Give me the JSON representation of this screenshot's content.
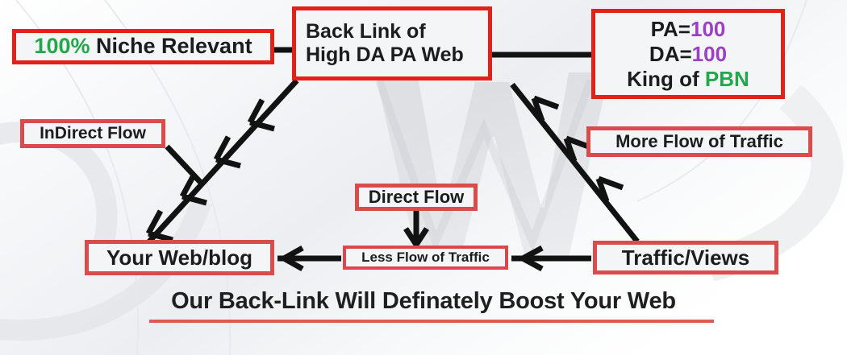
{
  "theme": {
    "accent_red": "#e32119",
    "soft_red": "#dc4b4b",
    "green": "#22a84a",
    "purple": "#9b3fc4",
    "ink": "#1c1c1c",
    "background": "#f2f3f5"
  },
  "nodes": {
    "niche": {
      "percent": "100%",
      "label": " Niche Relevant"
    },
    "backlink": {
      "line1": "Back Link of",
      "line2": "High DA PA Web"
    },
    "metrics": {
      "pa_label": "PA=",
      "pa_value": "100",
      "da_label": "DA=",
      "da_value": "100",
      "king_label": "King of ",
      "king_value": "PBN"
    },
    "indirect_flow": {
      "label": "InDirect Flow"
    },
    "more_flow": {
      "label": "More Flow of Traffic"
    },
    "direct_flow": {
      "label": "Direct Flow"
    },
    "less_flow": {
      "label": "Less Flow of Traffic"
    },
    "your_web": {
      "label": "Your Web/blog"
    },
    "traffic_views": {
      "label": "Traffic/Views"
    }
  },
  "tagline": {
    "text": "Our Back-Link Will Definately Boost Your Web"
  },
  "watermark": {
    "glyph": "W"
  },
  "edges": [
    {
      "name": "niche-to-backlink",
      "kind": "plain-connector"
    },
    {
      "name": "backlink-to-metrics",
      "kind": "plain-connector"
    },
    {
      "name": "backlink-to-yourweb",
      "kind": "multi-arrow-down-left"
    },
    {
      "name": "indirect-to-yourweb",
      "kind": "plain-segment"
    },
    {
      "name": "trafficviews-to-backlink",
      "kind": "multi-arrow-up-left"
    },
    {
      "name": "directflow-to-lessflow",
      "kind": "arrow-down"
    },
    {
      "name": "lessflow-to-yourweb",
      "kind": "arrow-left"
    },
    {
      "name": "trafficviews-to-lessflow",
      "kind": "arrow-left"
    }
  ]
}
